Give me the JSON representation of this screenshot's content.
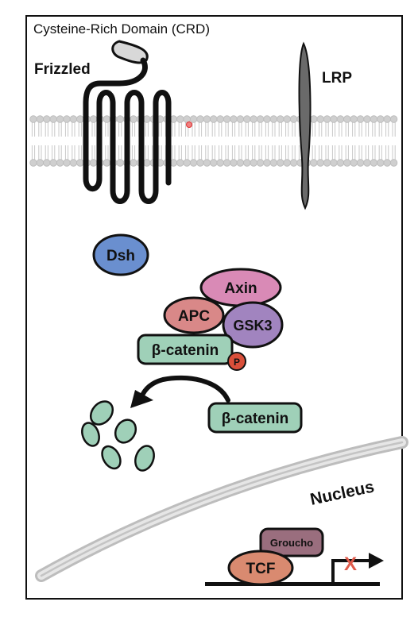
{
  "labels": {
    "crd": "Cysteine-Rich Domain (CRD)",
    "frizzled": "Frizzled",
    "lrp": "LRP",
    "dsh": "Dsh",
    "axin": "Axin",
    "apc": "APC",
    "gsk3": "GSK3",
    "beta_catenin_bound": "β-catenin",
    "phospho": "P",
    "beta_catenin_free": "β-catenin",
    "nucleus": "Nucleus",
    "groucho": "Groucho",
    "tcf": "TCF",
    "blocked": "X"
  },
  "colors": {
    "dsh": "#6a8fcf",
    "axin": "#d98ab6",
    "apc": "#d98888",
    "gsk3": "#a184bf",
    "beta_catenin": "#9fd0b8",
    "phospho": "#d94f3a",
    "groucho": "#9a6e7e",
    "tcf": "#d98a70",
    "membrane": "#c6c6c6",
    "blocked_x": "#e05a4a"
  }
}
